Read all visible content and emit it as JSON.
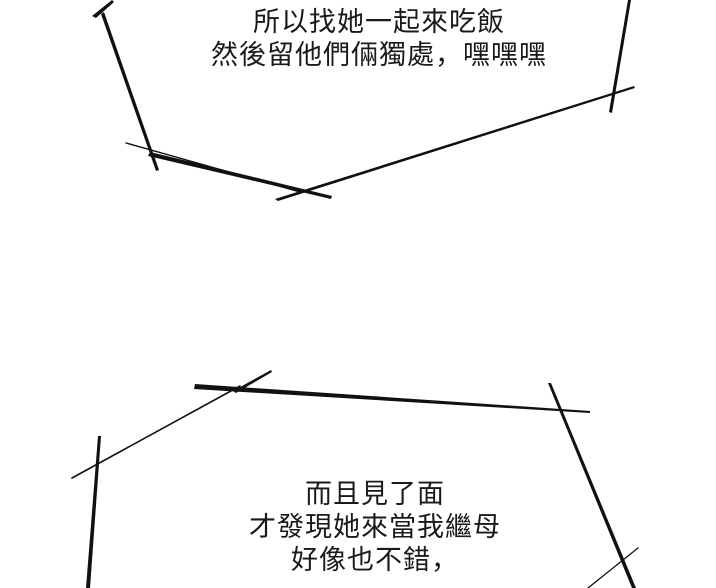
{
  "panel": {
    "background": "#ffffff",
    "ink": "#111111"
  },
  "bubbles": [
    {
      "lines": [
        "所以找她一起來吃飯",
        "然後留他們倆獨處，嘿嘿嘿"
      ]
    },
    {
      "lines": [
        "而且見了面",
        "才發現她來當我繼母",
        "好像也不錯，"
      ]
    }
  ]
}
